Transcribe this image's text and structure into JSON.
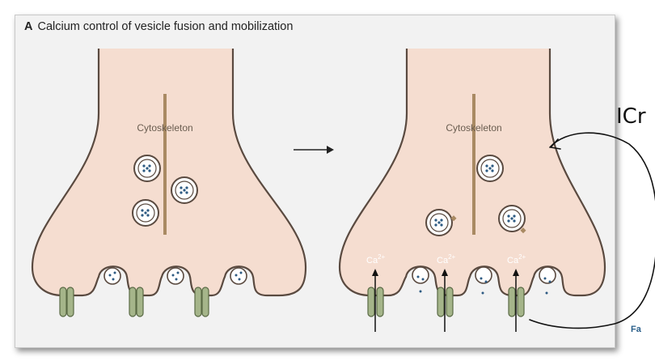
{
  "figure": {
    "panel_letter": "A",
    "title": "Calcium control of vesicle fusion and mobilization",
    "left_panel": {
      "cytoskeleton_label": "Cytoskeleton"
    },
    "right_panel": {
      "cytoskeleton_label": "Cytoskeleton",
      "ion_labels": [
        "Ca",
        "Ca",
        "Ca"
      ],
      "ion_superscript": "2+"
    },
    "cut_caption_fragment": "Fa"
  },
  "annotation": {
    "handwritten_text": "ICr"
  },
  "colors": {
    "terminal_fill": "#f5ddd0",
    "outline": "#5a4a40",
    "cytoskeleton": "#a98a63",
    "channel": "#a5b58a",
    "vesicle_dots": "#2d5a82"
  }
}
